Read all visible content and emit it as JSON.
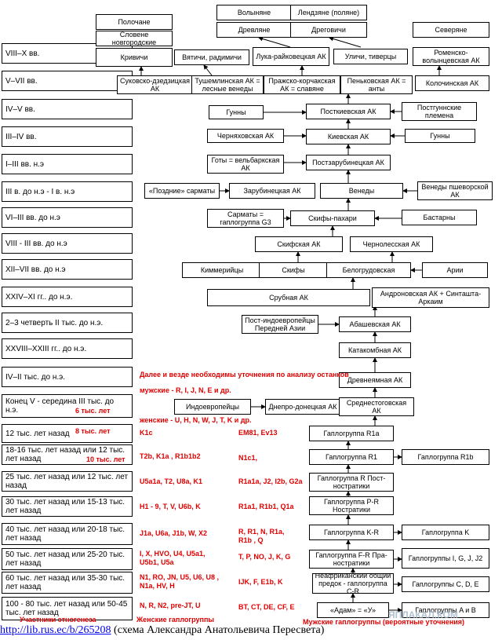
{
  "eras": [
    "VIII–X вв.",
    "V–VII вв.",
    "IV–V вв.",
    "III–IV вв.",
    "I–III вв. н.э",
    "III в. до н.э - I в. н.э",
    "VI–III вв. до н.э",
    "VIII - III вв. до н.э",
    "XII–VII вв. до н.э",
    "XXIV–XI гг.. до н.э.",
    "2–3 четверть II тыс. до н.э.",
    "XXVIII–XXIII гг.. до н.э.",
    "IV–II тыс. до н.э.",
    "Конец V - середина III тыс. до н.э.",
    "12 тыс. лет назад",
    "18-16 тыс. лет назад или 12 тыс. лет назад",
    "25 тыс. лет назад или 12 тыс. лет назад",
    "30 тыс. лет назад или 15-13 тыс. лет назад",
    "40 тыс. лет назад или 20-18 тыс. лет назад",
    "50 тыс. лет назад или 25-20 тыс. лет назад",
    "60 тыс. лет назад или 35-30 тыс. лет назад",
    "100 - 80 тыс. лет назад или 50-45 тыс. лет назад"
  ],
  "boxes": {
    "polochane": "Полочане",
    "slovene": "Словене новгородские",
    "krivichi": "Кривичи",
    "vyatichi": "Вятичи, радимичи",
    "volynyane": "Волыняне",
    "lendzyane": "Лендзяне (поляне)",
    "drevlyane": "Древляне",
    "dregovichi": "Дреговичи",
    "luka": "Лука-райковецкая АК",
    "ulichi": "Уличи, тиверцы",
    "severyane": "Северяне",
    "romensko": "Роменско-волынцевская АК",
    "sukovsko": "Суковско-дзедзицкая АК",
    "tushem": "Тушемлинская АК = лесные венеды",
    "prazhsko": "Пражско-корчакская АК = славяне",
    "penkov": "Пеньковская АК = анты",
    "kolochin": "Колочинская АК",
    "gunny1": "Гунны",
    "postkiev": "Посткиевская АК",
    "postgun": "Постгуннские племена",
    "chernyakh": "Черняховская АК",
    "kievskaya": "Киевская АК",
    "gunny2": "Гунны",
    "goty": "Готы = вельбаркская АК",
    "postzarub": "Постзарубинецкая АК",
    "sarmaty_late": "«Поздние» сарматы",
    "zarub": "Зарубинецкая АК",
    "venedy": "Венеды",
    "venedy_psh": "Венеды пшеворской АК",
    "sarmaty": "Сарматы = гаплогруппа G3",
    "skify_pah": "Скифы-пахари",
    "bastarny": "Бастарны",
    "skifskaya": "Скифская АК",
    "chernoles": "Чернолесская АК",
    "kimmer": "Киммерийцы",
    "skify": "Скифы",
    "belogrud": "Белогрудовская",
    "arii": "Арии",
    "srubnaya": "Срубная АК",
    "andron": "Андроновская АК + Синташта-Аркаим",
    "postindo": "Пост-индоевропейцы Передней Азии",
    "abash": "Абашевская АК",
    "katakomb": "Катакомбная АК",
    "drevneyam": "Древнеямная АК",
    "indoevr": "Индоевропейцы",
    "dnepro": "Днепро-донецкая АК",
    "srednestog": "Среднестоговская АК",
    "r1a": "Гаплогруппа R1a",
    "r1": "Гаплогруппа R1",
    "r1b": "Гаплогруппа R1b",
    "r": "Гаплогруппа R Пост-ностратики",
    "pr": "Гаплогруппа P-R Ностратики",
    "kr": "Гаплогруппа K-R",
    "k": "Гаплогруппа K",
    "fr": "Гаплогруппа F-R Пра-ностратики",
    "i_g": "Гаплогруппы I, G, J, J2",
    "nonafr": "Неафриканский общий предок - гаплогруппа C-R",
    "cde": "Гаплогруппы C, D, E",
    "adam": "«Адам» = «У»",
    "ab": "Гаплогруппы A и B"
  },
  "notes": {
    "remark": "Далее и везде необходимы уточнения по анализу останков",
    "male_line": "мужские - R, I, J, N, E и др.",
    "female_line": "женские - U, H, N, W, J, T, K и др.",
    "six_k": "6 тыс. лет",
    "eight_k": "8 тыс. лет",
    "ten_k": "10 тыс. лет",
    "female_label": "Участники этногенеза",
    "female_sub": "Женские гаплогруппы",
    "male_label": "Мужские гаплогруппы (вероятные уточнения)"
  },
  "female_groups": [
    "K1c",
    "T2b, K1a , R1b1b2",
    "U5a1a, T2, U8a, K1",
    "H1 - 9, T, V, U6b, K",
    "J1a, U6a, J1b, W, X2",
    "I, X, HVO, U4, U5a1, U5b1, U5a",
    "N1, RO, JN, U5, U6, U8 , N1a, HV, H",
    "N, R, N2, pre-JT, U"
  ],
  "male_groups": [
    "EM81, Ev13",
    "N1c1,",
    "R1a1a, J2, I2b, G2a",
    "R1a1, R1b1, Q1a",
    "R, R1, N, R1a, R1b , Q",
    "T, P, NO, J, K, G",
    "IJK, F, E1b, K",
    "BT, CT, DE, CF, E"
  ],
  "footer": {
    "link": "http://lib.rus.ec/b/265208",
    "caption": "(схема Александра Анатольевича Пересвета)"
  },
  "watermark": "ЯПЛАКАЛ.КОМ"
}
